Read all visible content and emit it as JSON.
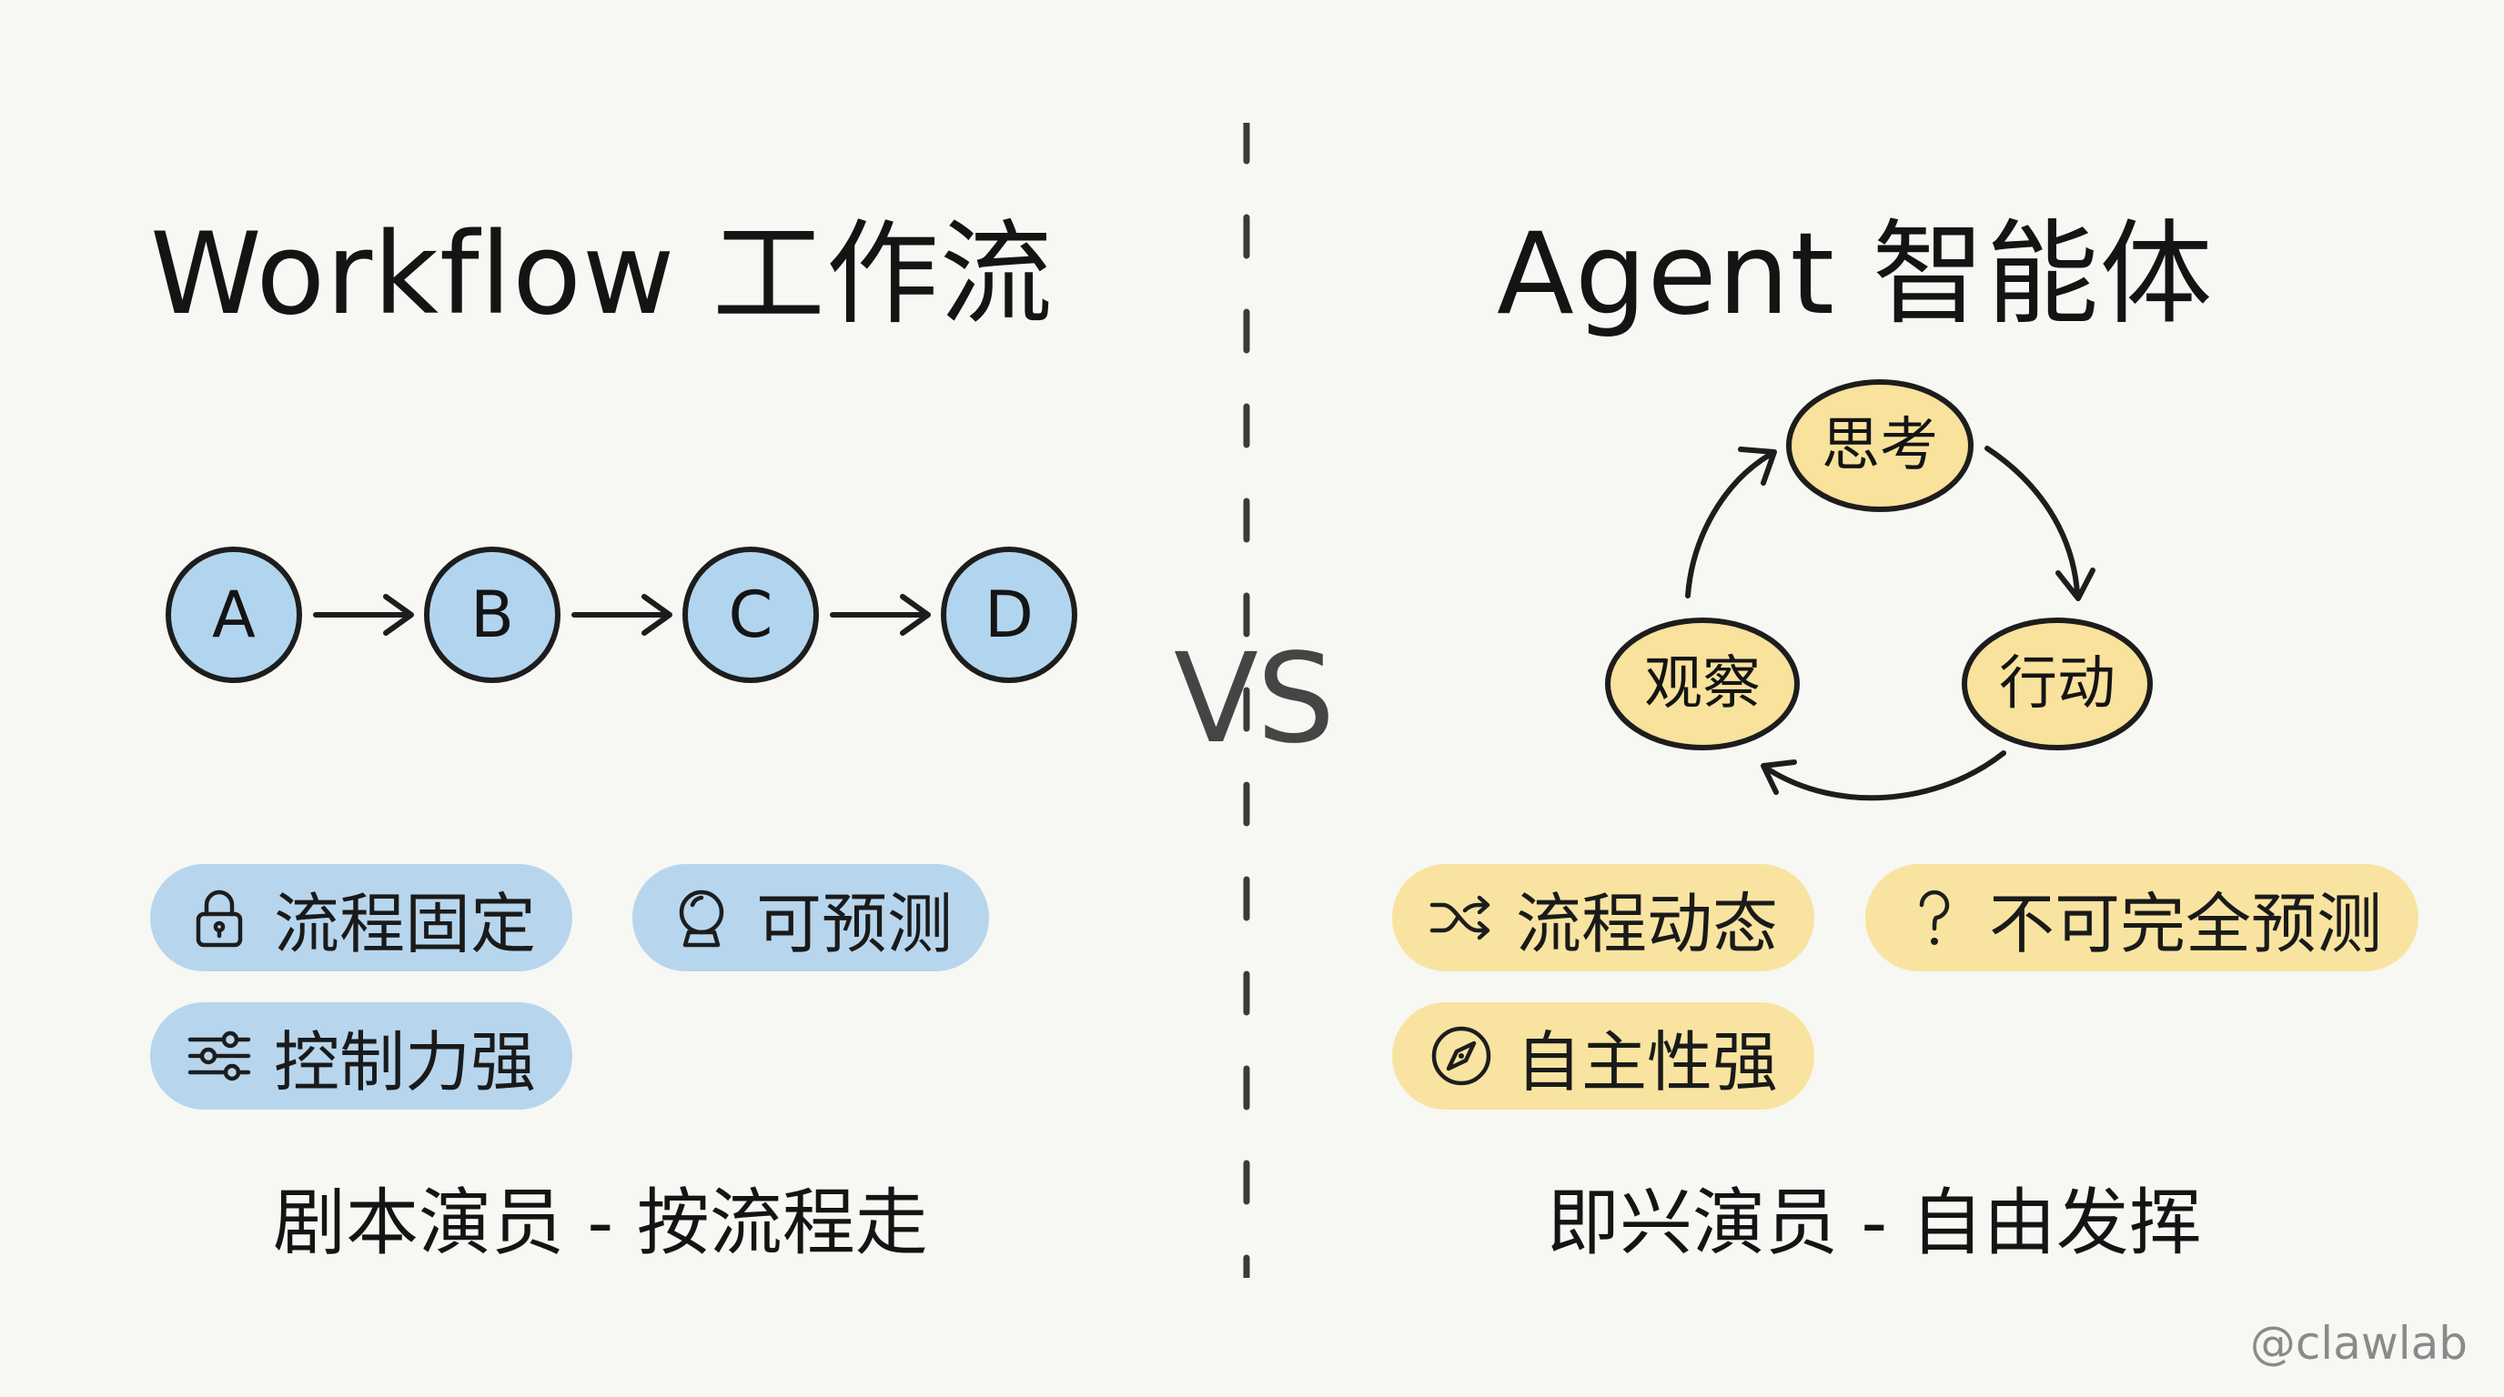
{
  "left": {
    "title": "Workflow 工作流",
    "nodes": [
      "A",
      "B",
      "C",
      "D"
    ],
    "tags": [
      {
        "icon": "lock-icon",
        "label": "流程固定"
      },
      {
        "icon": "crystal-ball-icon",
        "label": "可预测"
      },
      {
        "icon": "sliders-icon",
        "label": "控制力强"
      }
    ],
    "caption": "剧本演员 - 按流程走",
    "color": "#b7d6ee"
  },
  "center": {
    "vs": "VS"
  },
  "right": {
    "title": "Agent 智能体",
    "cycle": [
      "思考",
      "行动",
      "观察"
    ],
    "tags": [
      {
        "icon": "shuffle-icon",
        "label": "流程动态"
      },
      {
        "icon": "question-icon",
        "label": "不可完全预测"
      },
      {
        "icon": "compass-icon",
        "label": "自主性强"
      }
    ],
    "caption": "即兴演员 - 自由发挥",
    "color": "#f8e4a0"
  },
  "watermark": "@clawlab"
}
